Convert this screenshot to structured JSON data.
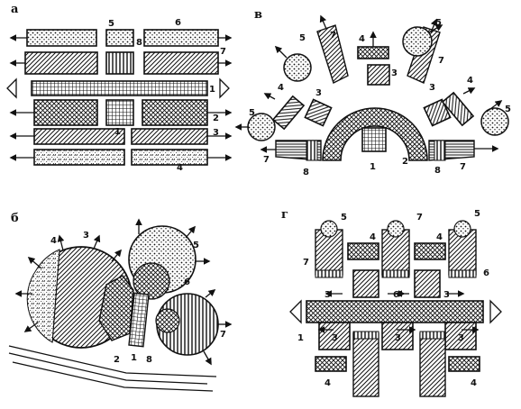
{
  "panels": [
    {
      "key": "a",
      "letter": "а"
    },
    {
      "key": "v",
      "letter": "в"
    },
    {
      "key": "b",
      "letter": "б"
    },
    {
      "key": "g",
      "letter": "г"
    }
  ],
  "labels": {
    "a": [
      "5",
      "6",
      "8",
      "7",
      "1",
      "1",
      "2",
      "3",
      "4"
    ],
    "v": [
      "5",
      "7",
      "4",
      "5",
      "7",
      "3",
      "4",
      "3",
      "3",
      "4",
      "5",
      "5",
      "1",
      "2",
      "8",
      "7",
      "8",
      "7"
    ],
    "b": [
      "4",
      "3",
      "5",
      "6",
      "7",
      "2",
      "1",
      "8"
    ],
    "g": [
      "5",
      "7",
      "5",
      "4",
      "4",
      "7",
      "6",
      "3",
      "6",
      "3",
      "1",
      "3",
      "3",
      "3",
      "4",
      "4"
    ]
  }
}
